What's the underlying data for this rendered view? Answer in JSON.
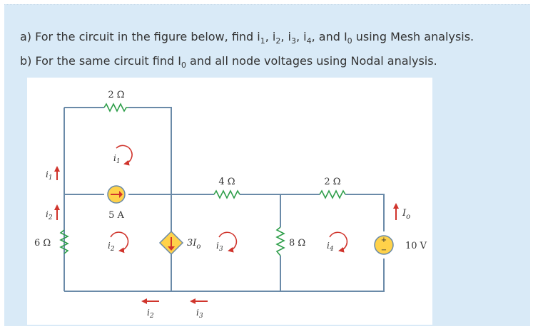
{
  "question": {
    "a": {
      "prefix": "a) For the circuit in the figure below, find i",
      "sub1": "1",
      "sep1": ", i",
      "sub2": "2",
      "sep2": ", i",
      "sub3": "3",
      "sep3": ", i",
      "sub4": "4",
      "mid": ", and I",
      "sub0": "0",
      "suffix": " using Mesh analysis."
    },
    "b": {
      "prefix": "b) For the same circuit find I",
      "sub0": "0",
      "suffix": " and all node voltages using Nodal analysis."
    }
  },
  "circuit": {
    "r_top": "2 Ω",
    "r_left": "6 Ω",
    "r_mid": "4 Ω",
    "r_right_top": "2 Ω",
    "r_8": "8 Ω",
    "current_source": "5 A",
    "dependent_source": "3I",
    "dependent_sub": "o",
    "voltage_source": "10 V",
    "mesh1": "i",
    "mesh1_sub": "1",
    "mesh2": "i",
    "mesh2_sub": "2",
    "mesh3": "i",
    "mesh3_sub": "3",
    "mesh4": "i",
    "mesh4_sub": "4",
    "io_label": "I",
    "io_sub": "o",
    "side_i1": "i",
    "side_i1_sub": "1",
    "side_i2": "i",
    "side_i2_sub": "2",
    "bottom_i2": "i",
    "bottom_i2_sub": "2",
    "bottom_i3": "i",
    "bottom_i3_sub": "3",
    "plus": "+",
    "minus": "−"
  },
  "colors": {
    "panel": "#d9eaf7",
    "wire": "#6a8aa8",
    "resistor": "#2e9e4a",
    "arrow": "#d0342c",
    "source_fill": "#ffd24a",
    "text": "#333333"
  }
}
